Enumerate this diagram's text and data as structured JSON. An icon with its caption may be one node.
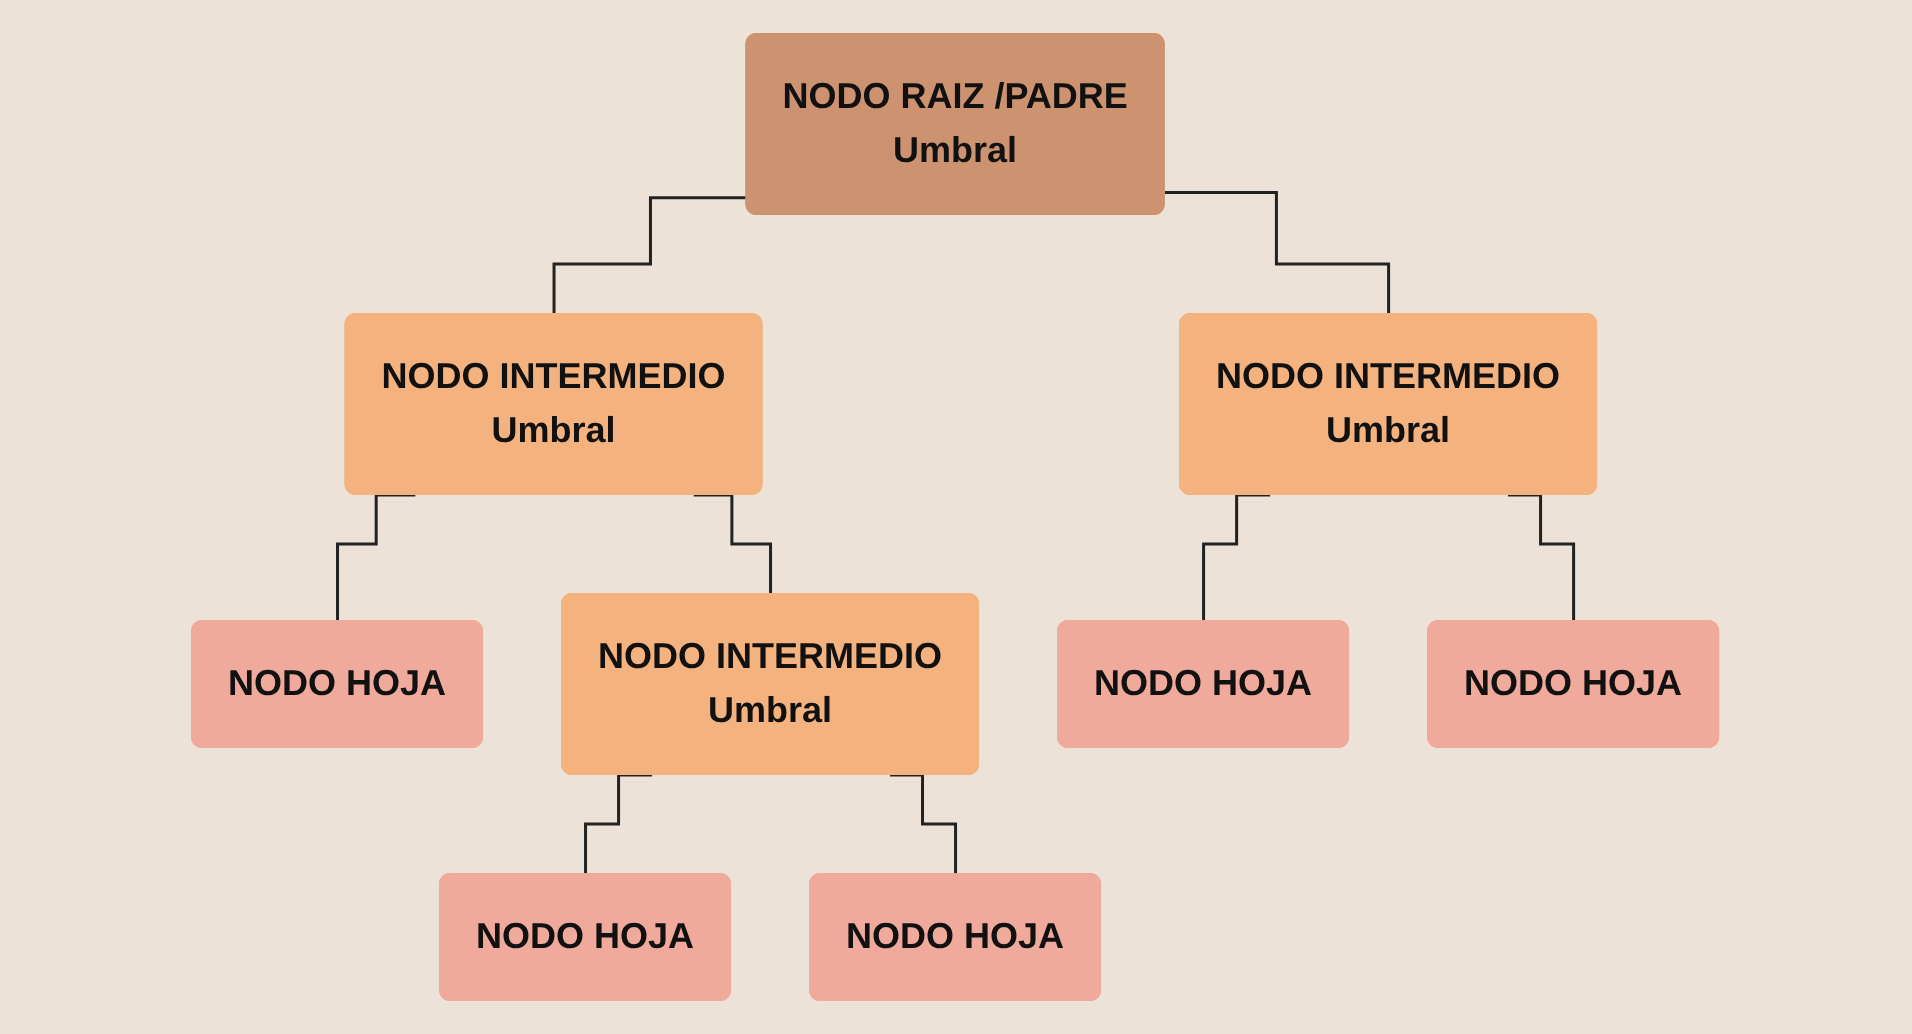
{
  "diagram": {
    "nodes": [
      {
        "text": [
          "NODO RAIZ /PADRE",
          "Umbral"
        ]
      },
      {
        "text": [
          "NODO INTERMEDIO",
          "Umbral"
        ]
      },
      {
        "text": [
          "NODO INTERMEDIO",
          "Umbral"
        ]
      },
      {
        "text": [
          "NODO HOJA"
        ]
      },
      {
        "text": [
          "NODO INTERMEDIO",
          "Umbral"
        ]
      },
      {
        "text": [
          "NODO HOJA"
        ]
      },
      {
        "text": [
          "NODO HOJA"
        ]
      },
      {
        "text": [
          "NODO HOJA"
        ]
      },
      {
        "text": [
          "NODO HOJA"
        ]
      }
    ],
    "edges": [
      {
        "from": 0,
        "to": 1,
        "arrow": "none"
      },
      {
        "from": 0,
        "to": 2,
        "arrow": "none"
      },
      {
        "from": 1,
        "to": 3,
        "arrow": "none"
      },
      {
        "from": 1,
        "to": 4,
        "arrow": "none"
      },
      {
        "from": 2,
        "to": 5,
        "arrow": "none"
      },
      {
        "from": 2,
        "to": 6,
        "arrow": "none"
      },
      {
        "from": 4,
        "to": 7,
        "arrow": "none"
      },
      {
        "from": 4,
        "to": 8,
        "arrow": "none"
      }
    ]
  }
}
